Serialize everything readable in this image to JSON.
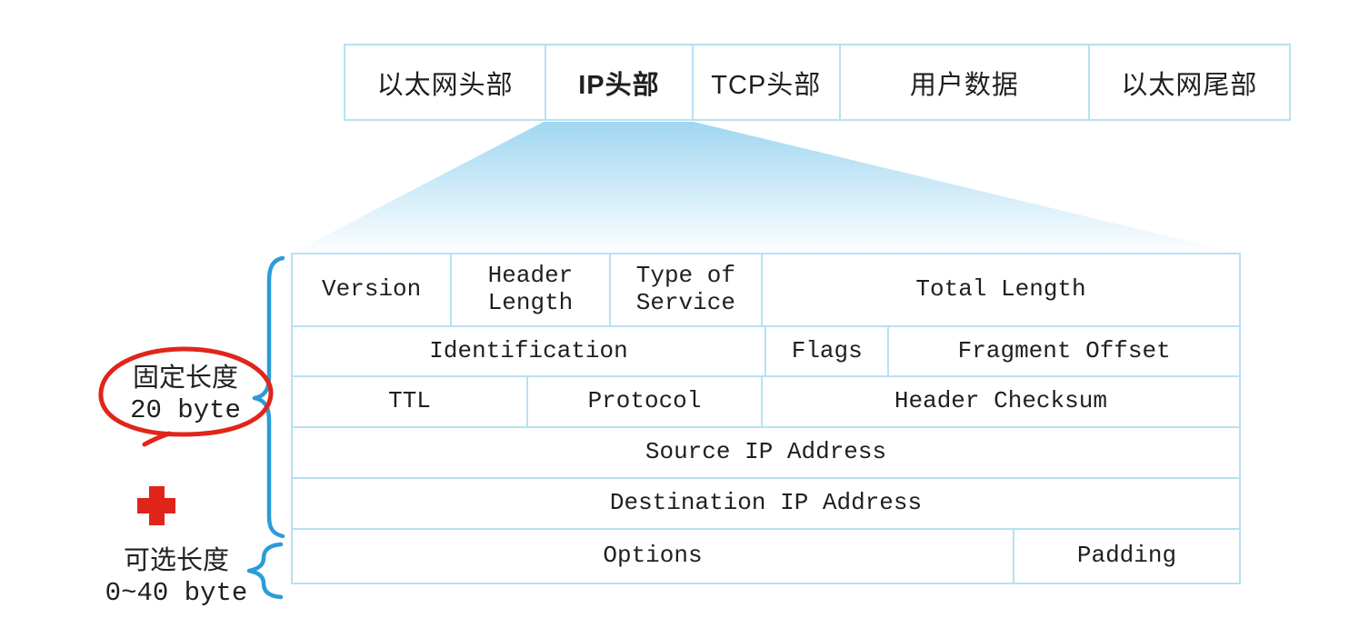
{
  "packet_row": {
    "cells": [
      {
        "label": "以太网头部"
      },
      {
        "label": "IP头部"
      },
      {
        "label": "TCP头部"
      },
      {
        "label": "用户数据"
      },
      {
        "label": "以太网尾部"
      }
    ]
  },
  "ip_table": {
    "row1": {
      "version": "Version",
      "header_length": "Header Length",
      "tos": "Type of Service",
      "total_length": "Total Length"
    },
    "row2": {
      "identification": "Identification",
      "flags": "Flags",
      "fragment_offset": "Fragment Offset"
    },
    "row3": {
      "ttl": "TTL",
      "protocol": "Protocol",
      "header_checksum": "Header Checksum"
    },
    "row4": {
      "source_ip": "Source IP Address"
    },
    "row5": {
      "destination_ip": "Destination IP Address"
    },
    "row6": {
      "options": "Options",
      "padding": "Padding"
    }
  },
  "annotations": {
    "fixed_length": {
      "line1": "固定长度",
      "line2": "20 byte"
    },
    "optional_length": {
      "line1": "可选长度",
      "line2": "0~40 byte"
    }
  },
  "colors": {
    "table_border": "#b7e1f3",
    "funnel_top": "#a0d7f1",
    "funnel_bottom": "#fdfeff",
    "brace_blue": "#2b9cd8",
    "annotation_red": "#e0251b",
    "text": "#1f1f1f"
  }
}
